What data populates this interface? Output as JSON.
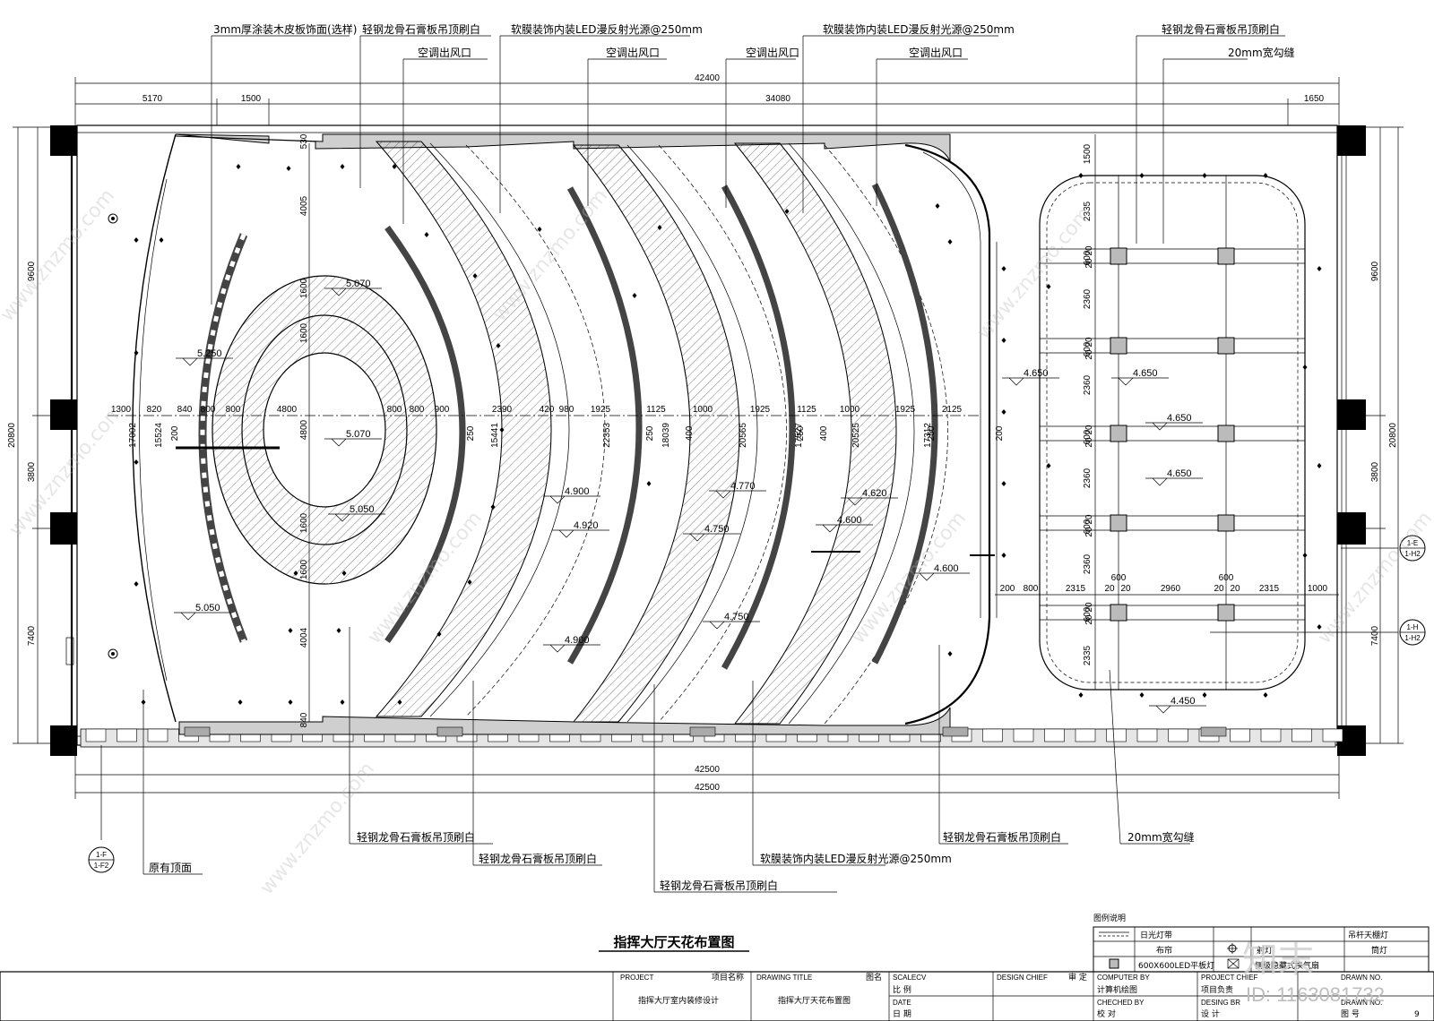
{
  "title": "指挥大厅天花布置图",
  "top_annotations": [
    "3mm厚涂装木皮板饰面(选样)",
    "轻钢龙骨石膏板吊顶刷白",
    "空调出风口",
    "软膜装饰内装LED漫反射光源@250mm",
    "空调出风口",
    "空调出风口",
    "软膜装饰内装LED漫反射光源@250mm",
    "空调出风口",
    "轻钢龙骨石膏板吊顶刷白",
    "20mm宽勾缝"
  ],
  "bottom_annotations": [
    "轻钢龙骨石膏板吊顶刷白",
    "原有顶面",
    "轻钢龙骨石膏板吊顶刷白",
    "轻钢龙骨石膏板吊顶刷白",
    "软膜装饰内装LED漫反射光源@250mm",
    "轻钢龙骨石膏板吊顶刷白",
    "20mm宽勾缝"
  ],
  "top_dims": {
    "overall": "42400",
    "segments": [
      "5170",
      "1500",
      "34080",
      "1650"
    ]
  },
  "bottom_dims": [
    "42500",
    "42500"
  ],
  "left_dims": {
    "overall": "20800",
    "segments": [
      "9600",
      "3800",
      "7400"
    ]
  },
  "right_dims": {
    "overall": "20800",
    "segments": [
      "9600",
      "3800",
      "7400"
    ]
  },
  "horizontal_row_dims": [
    "1300",
    "820",
    "840",
    "800",
    "800",
    "4800",
    "800",
    "800",
    "900",
    "2390",
    "420",
    "980",
    "1925",
    "1125",
    "1000",
    "1925",
    "1125",
    "1000",
    "1925",
    "2125"
  ],
  "chord_lengths": [
    "17002",
    "15524",
    "15441",
    "22353",
    "18039",
    "20565",
    "17527",
    "20525",
    "17312"
  ],
  "gaps": [
    "200",
    "250",
    "250",
    "400",
    "250",
    "400",
    "250",
    "200"
  ],
  "ellipse_dims": [
    "4005",
    "1600",
    "1600",
    "4800",
    "1600",
    "1600",
    "4004",
    "530",
    "840"
  ],
  "levels": [
    "5.070",
    "5.250",
    "5.070",
    "5.050",
    "5.050",
    "4.900",
    "4.920",
    "4.900",
    "4.770",
    "4.750",
    "4.750",
    "4.620",
    "4.600",
    "4.600",
    "4.650",
    "4.650",
    "4.650",
    "4.650",
    "4.450"
  ],
  "right_room": {
    "v_dims": [
      "1500",
      "2335",
      "600",
      "20",
      "20",
      "2360",
      "600",
      "20",
      "20",
      "2360",
      "600",
      "20",
      "20",
      "2360",
      "600",
      "20",
      "20",
      "2360",
      "600",
      "20",
      "20",
      "2335"
    ],
    "h_dims": [
      "200",
      "800",
      "2315",
      "20",
      "20",
      "2960",
      "20",
      "20",
      "2315",
      "1000"
    ],
    "panel_dims": [
      "600",
      "600"
    ]
  },
  "section_tags": {
    "left": {
      "top": "1-F",
      "bottom": "1-F2"
    },
    "right_e": {
      "top": "1-E",
      "bottom": "1-H2"
    },
    "right_h": {
      "top": "1-H",
      "bottom": "1-H2"
    }
  },
  "legend": {
    "heading": "图例说明",
    "items": [
      {
        "symbol": "strip-light-icon",
        "label": "日光灯带"
      },
      {
        "symbol": "curtain-icon",
        "label": "布帘"
      },
      {
        "symbol": "spotlight-icon",
        "label": "射灯"
      },
      {
        "symbol": "panel-light-icon",
        "label": "600X600LED平板灯"
      },
      {
        "symbol": "vent-icon",
        "label": "侧级隐藏式换气扇"
      },
      {
        "symbol": "pendant-light-icon",
        "label": "吊杆天棚灯"
      },
      {
        "symbol": "downlight-icon",
        "label": "筒灯"
      }
    ]
  },
  "title_block": {
    "project_en": "PROJECT",
    "project_cn": "项目名称",
    "project_name": "指挥大厅室内装修设计",
    "drawing_title_en": "DRAWING TITLE",
    "drawing_title_cn": "图名",
    "drawing_name": "指挥大厅天花布置图",
    "scale_en": "SCALECV",
    "scale_cn": "比 例",
    "date_en": "DATE",
    "date_cn": "日 期",
    "design_chief_en": "DESIGN CHIEF",
    "design_chief_cn": "审 定",
    "computer_by_en": "COMPUTER BY",
    "computer_by_cn": "计算机绘图",
    "checked_by_en": "CHECHED BY",
    "checked_by_cn": "校 对",
    "project_chief_en": "PROJECT CHIEF",
    "project_chief_cn": "项目负责",
    "design_by_en": "DESING BR",
    "design_by_cn": "设 计",
    "drawn_no_en": "DRAWN NO.",
    "drawn_no_cn": "图 号",
    "sheet_no": "9"
  },
  "watermark": {
    "site": "www.znzmo.com",
    "brand": "知末网",
    "logo": "知末",
    "id_text": "ID: 1163081732"
  }
}
